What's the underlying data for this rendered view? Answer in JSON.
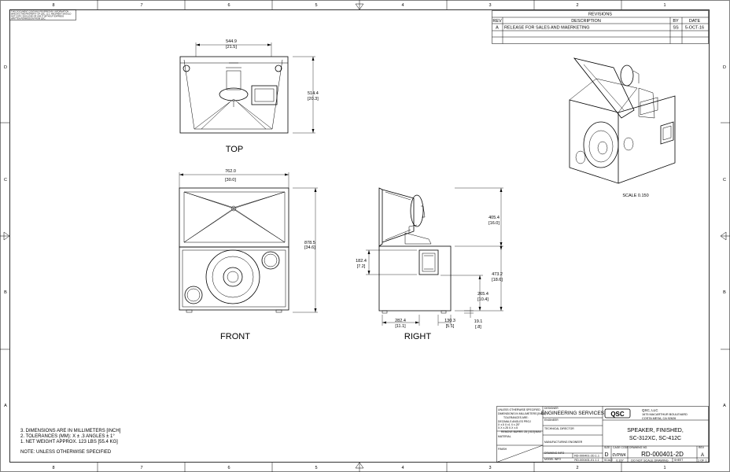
{
  "border": {
    "columns_top": [
      "8",
      "7",
      "6",
      "5",
      "4",
      "3",
      "2",
      "1"
    ],
    "columns_bottom": [
      "8",
      "7",
      "6",
      "5",
      "4",
      "3",
      "2",
      "1"
    ],
    "rows_left": [
      "D",
      "C",
      "B",
      "A"
    ],
    "rows_right": [
      "D",
      "C",
      "B",
      "A"
    ]
  },
  "proprietary_note": [
    "THIS DOCUMENT CONTAINS PROPRIETARY INFORMATION",
    "WHICH IS THE PROPERTY OF QSC, LLC. RECIPIENT SHOULD",
    "NOT COPY, DISCLOSE OR USE IT WITHOUT EXPRESS",
    "WRITTEN PERMISSION FROM QSC."
  ],
  "revisions": {
    "title": "REVISIONS",
    "headers": {
      "rev": "REV",
      "description": "DESCRIPTION",
      "by": "BY",
      "date": "DATE"
    },
    "rows": [
      {
        "rev": "A",
        "description": "RELEASE FOR SALES AND MAERKETING",
        "by": "SS",
        "date": "5-OCT-16"
      }
    ]
  },
  "views": {
    "top": "TOP",
    "front": "FRONT",
    "right": "RIGHT",
    "iso_scale": "SCALE 0.150"
  },
  "dimensions": {
    "top_width": [
      "544.9",
      "[21.5]"
    ],
    "top_depth": [
      "514.4",
      "[20.3]"
    ],
    "front_width": [
      "762.0",
      "[30.0]"
    ],
    "front_height": [
      "878.5",
      "[34.6]"
    ],
    "right_horn": [
      "405.4",
      "[16.0]"
    ],
    "right_handle": [
      "182.4",
      "[7.2]"
    ],
    "right_box": [
      "473.2",
      "[18.6]"
    ],
    "right_mid": [
      "265.4",
      "[10.4]"
    ],
    "right_depth": [
      "282.4",
      "[11.1]"
    ],
    "right_back": [
      "130.3",
      "[5.1]"
    ],
    "right_foot": [
      "19.1",
      "[.8]"
    ]
  },
  "notes": {
    "lines": [
      "3. DIMENSIONS ARE IN MILLIMETERS [INCH]",
      "2. TOLERANCES (MM): X ± .3  ANGLES ± 1°",
      "1. NET WEIGHT APPROX. 123 LBS [55.4 KG]"
    ],
    "footer": "NOTE: UNLESS OTHERWISE SPECIFIED"
  },
  "title_block": {
    "spec_lines": [
      "UNLESS OTHERWISE SPECIFIED",
      "DIMENSIONS IN MILLIMETERS [INCH]",
      "TOLERANCES ARE:"
    ],
    "tolerance_lines": [
      "DECIMALS  ANGLES  PROJ",
      "X ±.5  X ±1  X ±.25°",
      "X.X ±.25  X.X ±.5"
    ],
    "finish_note": "REMOVE BURRS .25 [.010] MAX",
    "material_label": "MATERIAL",
    "finish_label": "FINISH",
    "designer_label": "DESIGNER",
    "designer": "ENGINEERING SERVICES",
    "engineer_label": "ENGINEER",
    "tech_director_label": "TECHNICAL DIRECTOR",
    "mfg_engineer_label": "MANUFACTURING ENGINEER",
    "drawing_info_label": "DRAWING INFO",
    "drawing_info": "RD-000401-2D.1.1",
    "model_info_label": "MODEL INFO",
    "model_info": "RD-000401-01.1.1",
    "company_logo": "QSC",
    "company": [
      "QSC, LLC",
      "1675 MACARTHUR BOULEVARD",
      "COSTA MESA, CA  92626"
    ],
    "title": [
      "SPEAKER, FINISHED,",
      "SC-312XC, SC-412C"
    ],
    "size_label": "SIZE",
    "size": "D",
    "cage_label": "CAGE CODE",
    "cage": "0VPW4",
    "drawing_no_label": "DRAWING NO.",
    "drawing_no": "RD-000401-2D",
    "rev_label": "REV",
    "rev": "A",
    "scale_label": "SCALE",
    "scale": "0.167",
    "do_not_scale": "DO NOT SCALE DRAWING",
    "sheet_label": "SHEET",
    "sheet": "1 OF 1"
  }
}
